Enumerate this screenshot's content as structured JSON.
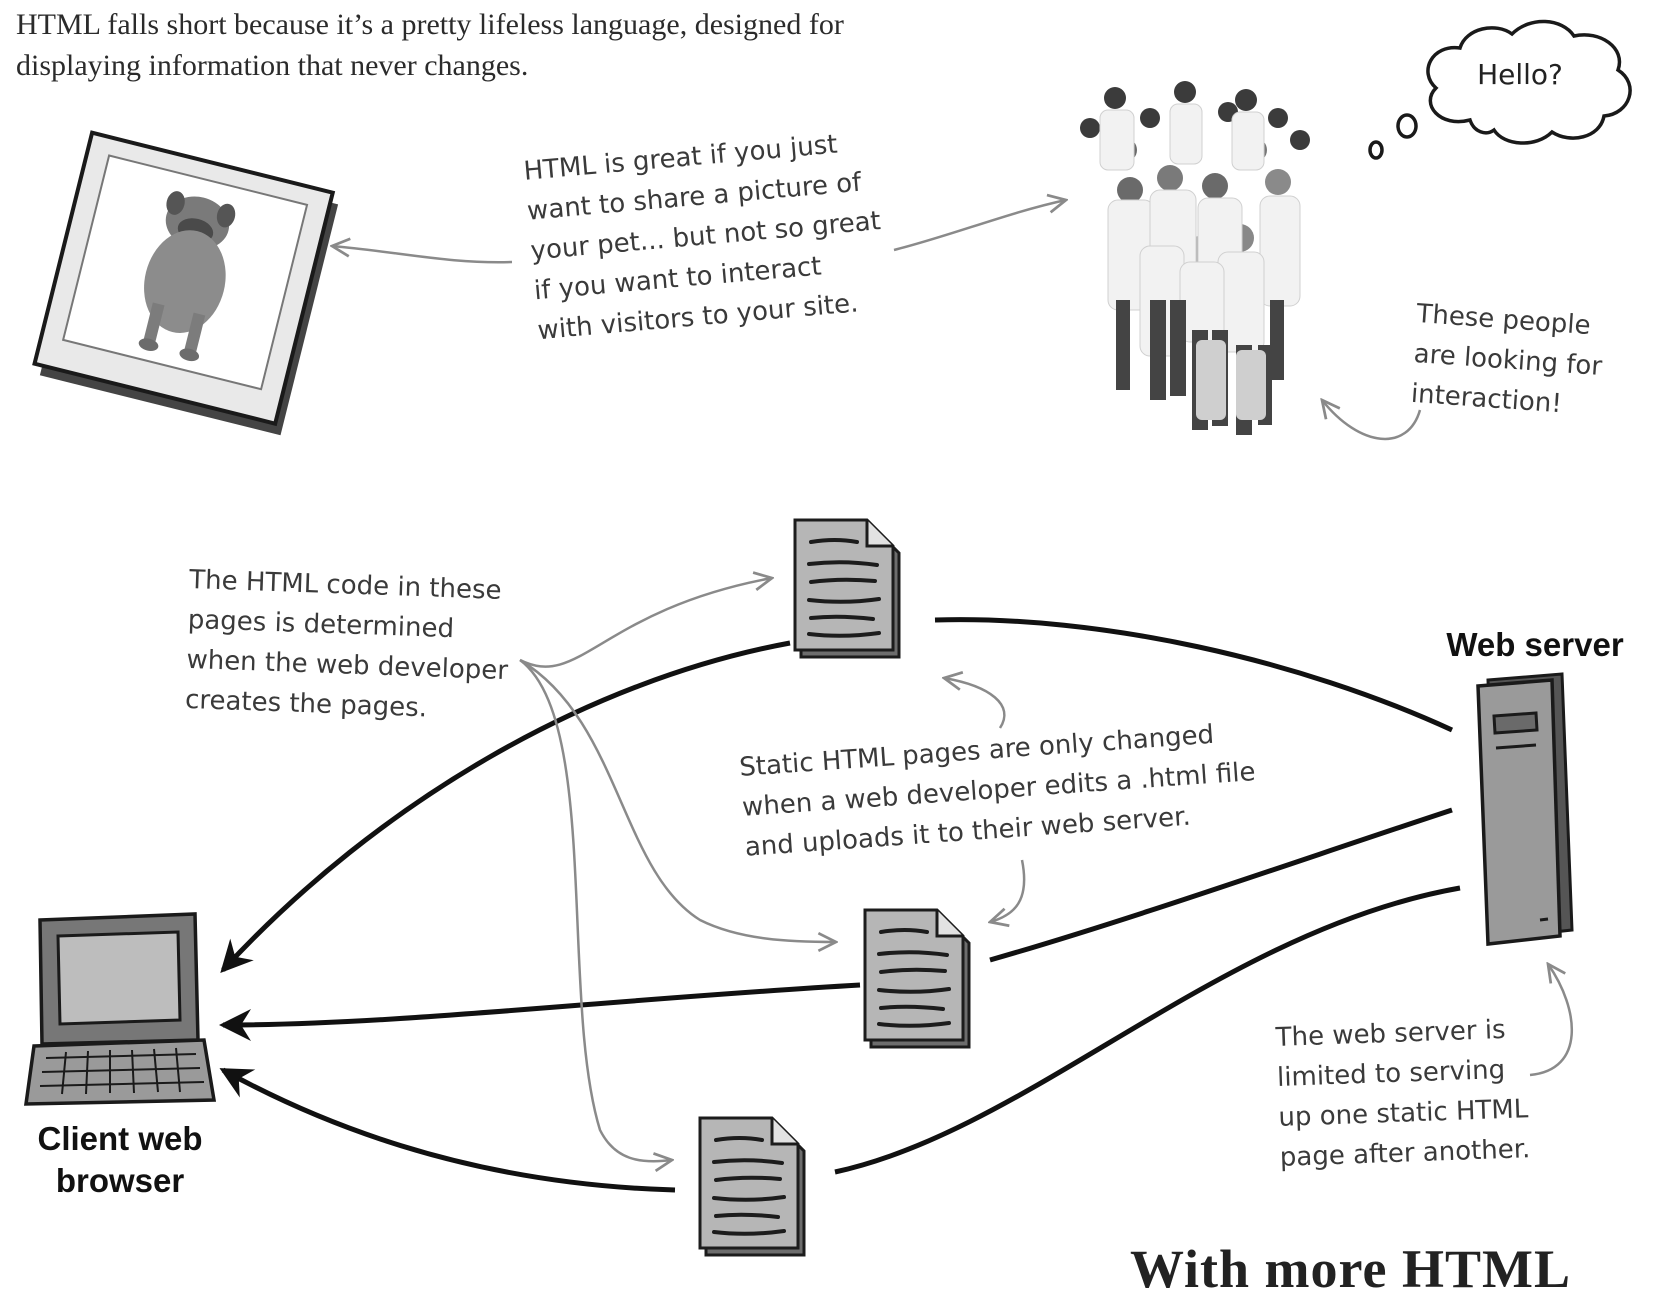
{
  "intro": {
    "line1": "HTML falls short because it’s a pretty lifeless language, designed for",
    "line2": "displaying information that never changes."
  },
  "bubble": {
    "text": "Hello?"
  },
  "notes": {
    "pet_note": "HTML is great if you just\nwant to share a picture of\nyour pet... but not so great\nif you want to interact\nwith visitors to your site.",
    "people_note": "These people\nare looking for\ninteraction!",
    "code_note": "The HTML code in these\npages is determined\nwhen the web developer\ncreates the pages.",
    "static_note": "Static HTML pages are only changed\nwhen a web developer edits a .html file\nand uploads it to their web server.",
    "server_note": "The web server is\nlimited to serving\nup one static HTML\npage after another."
  },
  "labels": {
    "web_server": "Web server",
    "client_line1": "Client web",
    "client_line2": "browser"
  },
  "footer": {
    "cutoff_heading": "With more HTML"
  }
}
